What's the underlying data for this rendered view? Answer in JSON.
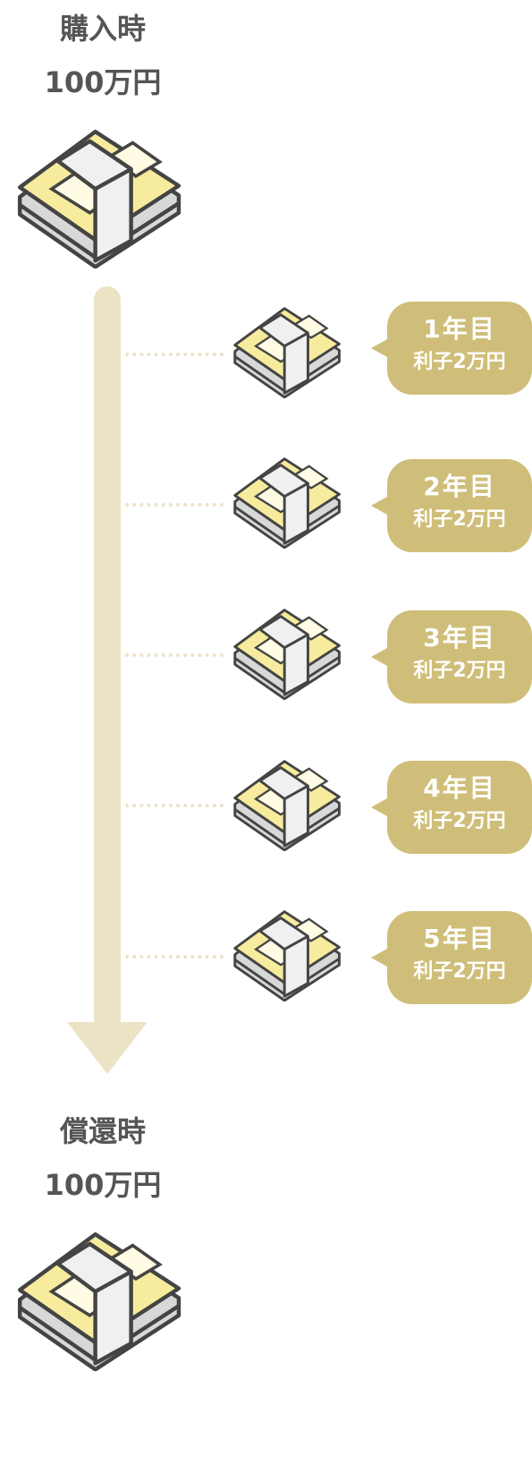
{
  "purchase": {
    "label": "購入時",
    "amount": "100万円"
  },
  "redemption": {
    "label": "償還時",
    "amount": "100万円"
  },
  "years": [
    {
      "year": "1年目",
      "interest": "利子2万円"
    },
    {
      "year": "2年目",
      "interest": "利子2万円"
    },
    {
      "year": "3年目",
      "interest": "利子2万円"
    },
    {
      "year": "4年目",
      "interest": "利子2万円"
    },
    {
      "year": "5年目",
      "interest": "利子2万円"
    }
  ],
  "colors": {
    "text": "#555555",
    "arrow": "#ece3c6",
    "bubble": "#cfbe79",
    "bill": "#f7ec9e",
    "band": "#f0f0f0",
    "stack": "#d8d8d8",
    "outline": "#444444"
  },
  "icons": {
    "money": "money-stack-icon",
    "arrow": "down-arrow-icon"
  }
}
